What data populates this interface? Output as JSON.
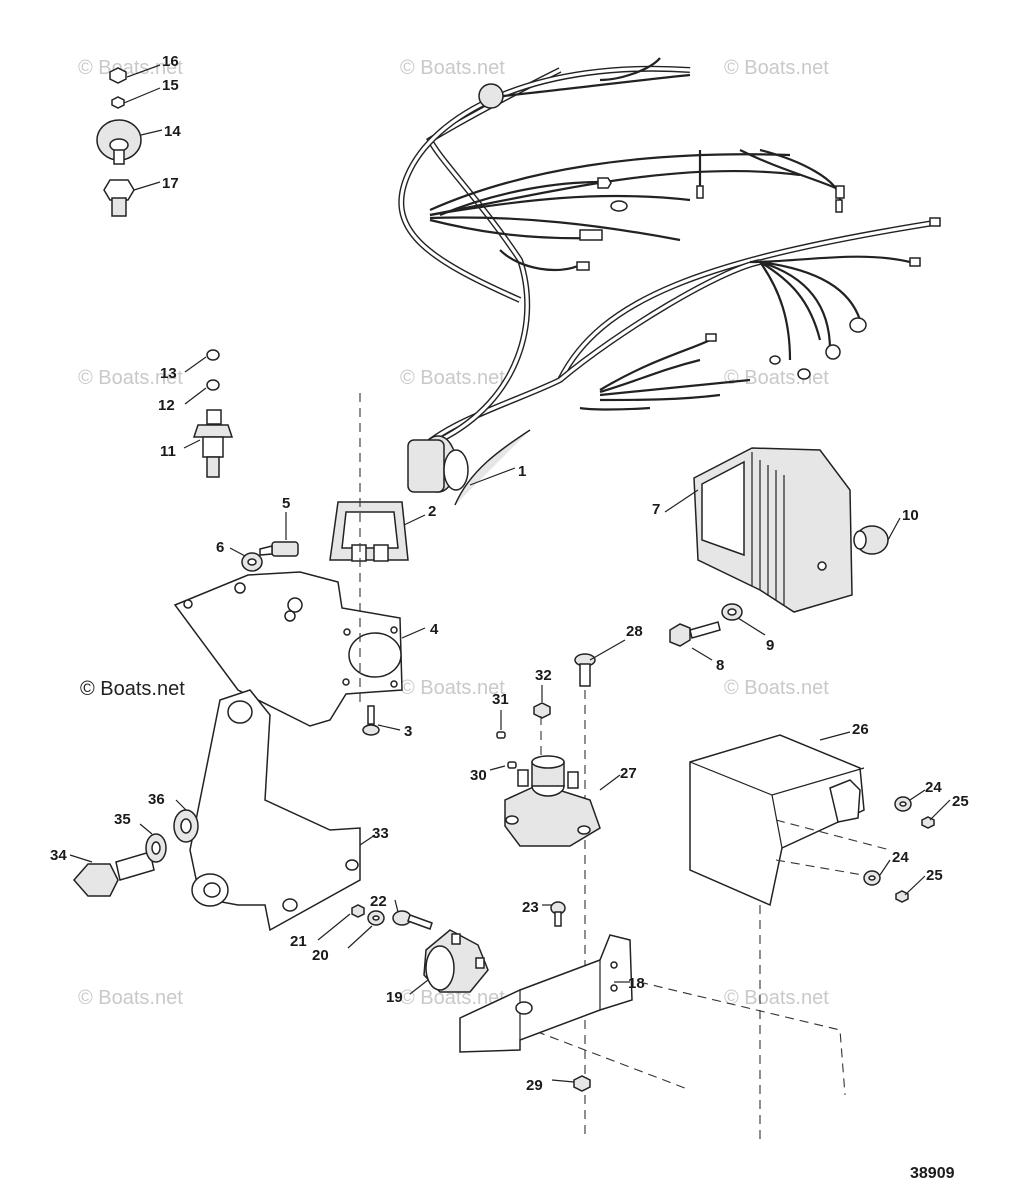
{
  "watermark": "© Boats.net",
  "copyright": "© Boats.net",
  "document_number": "38909",
  "callouts": [
    {
      "id": "c16",
      "label": "16"
    },
    {
      "id": "c15",
      "label": "15"
    },
    {
      "id": "c14",
      "label": "14"
    },
    {
      "id": "c17",
      "label": "17"
    },
    {
      "id": "c13",
      "label": "13"
    },
    {
      "id": "c12",
      "label": "12"
    },
    {
      "id": "c11",
      "label": "11"
    },
    {
      "id": "c1",
      "label": "1"
    },
    {
      "id": "c2",
      "label": "2"
    },
    {
      "id": "c5",
      "label": "5"
    },
    {
      "id": "c6",
      "label": "6"
    },
    {
      "id": "c4",
      "label": "4"
    },
    {
      "id": "c3",
      "label": "3"
    },
    {
      "id": "c7",
      "label": "7"
    },
    {
      "id": "c10",
      "label": "10"
    },
    {
      "id": "c28",
      "label": "28"
    },
    {
      "id": "c8",
      "label": "8"
    },
    {
      "id": "c9",
      "label": "9"
    },
    {
      "id": "c32",
      "label": "32"
    },
    {
      "id": "c31",
      "label": "31"
    },
    {
      "id": "c30",
      "label": "30"
    },
    {
      "id": "c27",
      "label": "27"
    },
    {
      "id": "c26",
      "label": "26"
    },
    {
      "id": "c24a",
      "label": "24"
    },
    {
      "id": "c25a",
      "label": "25"
    },
    {
      "id": "c24b",
      "label": "24"
    },
    {
      "id": "c25b",
      "label": "25"
    },
    {
      "id": "c36",
      "label": "36"
    },
    {
      "id": "c35",
      "label": "35"
    },
    {
      "id": "c34",
      "label": "34"
    },
    {
      "id": "c33",
      "label": "33"
    },
    {
      "id": "c22",
      "label": "22"
    },
    {
      "id": "c21",
      "label": "21"
    },
    {
      "id": "c20",
      "label": "20"
    },
    {
      "id": "c23",
      "label": "23"
    },
    {
      "id": "c19",
      "label": "19"
    },
    {
      "id": "c18",
      "label": "18"
    },
    {
      "id": "c29",
      "label": "29"
    }
  ]
}
